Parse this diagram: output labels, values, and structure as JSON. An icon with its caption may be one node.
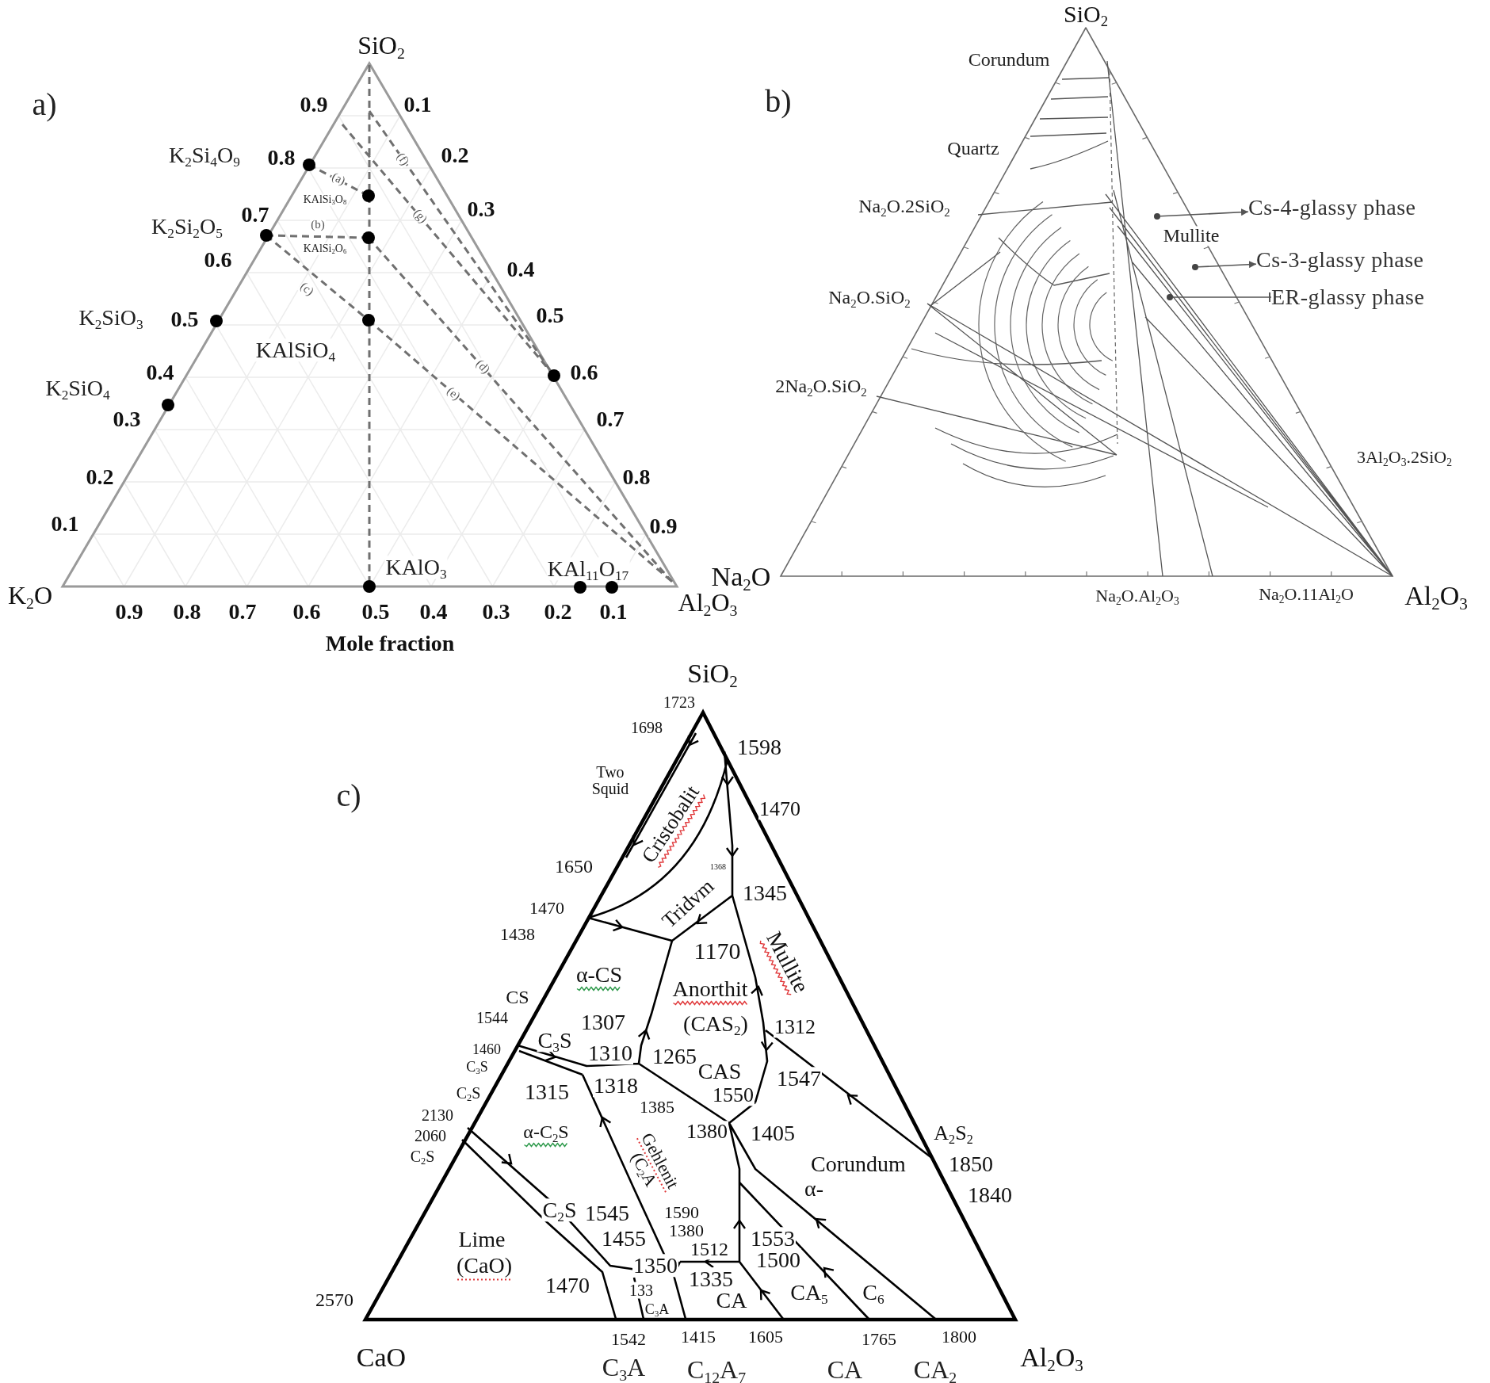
{
  "diagram": {
    "nodes": [
      {
        "text": [
          "Cs-4-glassy phase"
        ]
      },
      {
        "text": [
          "Cs-3-glassy phase"
        ]
      },
      {
        "text": [
          "ER-glassy phase"
        ]
      },
      {
        "text": [],
        "shape": "circle"
      },
      {
        "text": [],
        "shape": "circle"
      },
      {
        "text": [],
        "shape": "circle"
      }
    ],
    "edges": [
      {
        "from": 3,
        "to": 0,
        "arrow": "to"
      },
      {
        "from": 4,
        "to": 1,
        "arrow": "to"
      },
      {
        "from": 5,
        "to": 2,
        "arrow": "other"
      }
    ],
    "labels": [
      "a)",
      "SiO$_{2}$",
      "0.9",
      "0.1",
      "K$_{2}$Si$_{4}$O$_{9}$",
      "0.8",
      "(a)",
      "(f)",
      "0.2",
      "KAlSi$_{3}$O$_{8}$",
      "K$_{2}$Si$_{2}$O$_{5}$",
      "0.7",
      "(b)",
      "0.3",
      "(g)",
      "KAlSi$_{2}$O$_{6}$",
      "0.6",
      "0.4",
      "(c)",
      "K$_{2}$SiO$_{3}$",
      "0.5",
      "0.5",
      "(d)",
      "KAlSiO$_{4}$",
      "K$_{2}$SiO$_{4}$",
      "0.4",
      "0.6",
      "(e)",
      "0.3",
      "0.7",
      "0.2",
      "0.8",
      "0.1",
      "0.9",
      "KAlO$_{3}$",
      "KAl$_{11}$O$_{17}$",
      "K$_{2}$O",
      "0.9",
      "0.8",
      "0.7",
      "0.6",
      "0.5",
      "0.4",
      "0.3",
      "0.2",
      "0.1",
      "Al$_{2}$O$_{3}$",
      "Mole fraction",
      "SiO$_{2}$",
      "b)",
      "Corundum",
      "Quartz",
      "Na$_{2}$O.2SiO$_{2}$",
      "Mullite",
      "Na$_{2}$O.SiO$_{2}$",
      "2Na$_{2}$O.SiO$_{2}$",
      "3Al$_{2}$O$_{3}$.2SiO$_{2}$",
      "Na$_{2}$O",
      "Na$_{2}$O.Al$_{2}$O$_{3}$",
      "Na$_{2}$O.11Al$_{2}$O",
      "Al$_{2}$O$_{3}$",
      "SiO$_{2}$",
      "c)",
      "1723",
      "1698",
      "1598",
      "Two Squid",
      "Cristobalit",
      "1470",
      "1650",
      "1368",
      "Tridvm",
      "1345",
      "1470",
      "1438",
      "1170",
      "Mullite",
      "α-CS",
      "CS",
      "Anorthit",
      "1544",
      "1307",
      "(CAS$_{2}$)",
      "1312",
      "1460",
      "C$_{3}$S",
      "C$_{3}$S",
      "1310",
      "1265",
      "CAS",
      "1547",
      "C$_{2}$S",
      "1315",
      "1318",
      "1385",
      "1550",
      "2130",
      "2060",
      "α-C$_{2}$S",
      "1380",
      "1405",
      "A$_{2}$S$_{2}$",
      "C$_{2}$S",
      "Gehlenit (C$_{2}$A",
      "Corundum",
      "1850",
      "α-",
      "1840",
      "C$_{2}$S",
      "1545",
      "1590",
      "1380",
      "Lime",
      "1455",
      "1512",
      "1553",
      "(CaO)",
      "1350",
      "1500",
      "1470",
      "133",
      "1335",
      "2570",
      "C$_{3}$A",
      "CA",
      "CA$_{5}$",
      "C$_{6}$",
      "1542",
      "1415",
      "1605",
      "1765",
      "1800",
      "CaO",
      "C$_{3}$A",
      "C$_{12}$A$_{7}$",
      "CA",
      "CA$_{2}$",
      "Al$_{2}$O$_{3}$"
    ]
  }
}
